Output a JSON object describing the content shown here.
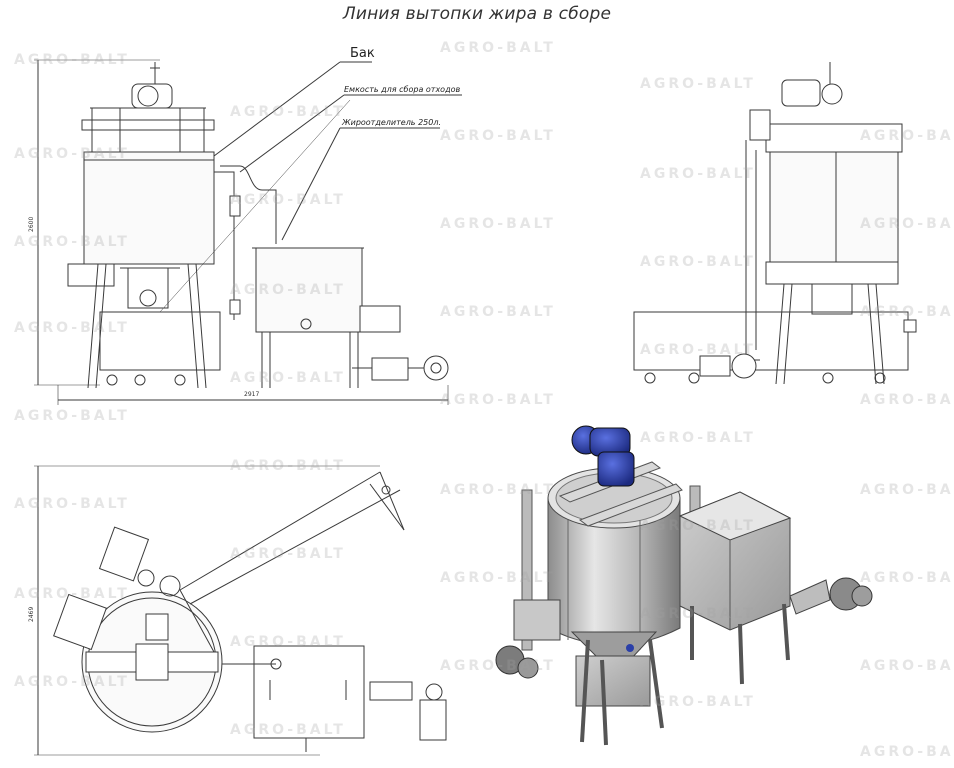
{
  "title": "Линия вытопки жира в сборе",
  "callouts": {
    "tank": "Бак",
    "waste_container": "Емкость для сбора отходов",
    "fat_separator": "Жироотделитель 250л."
  },
  "dimensions": {
    "front_height": "2600",
    "front_width": "2917",
    "plan_height": "2469"
  },
  "watermark": "AGRO-BALT",
  "colors": {
    "line": "#3a3a3a",
    "metal_light": "#d9d9d9",
    "metal_mid": "#a8a8a8",
    "metal_dark": "#6f6f6f",
    "motor_blue": "#2a3fa8"
  }
}
